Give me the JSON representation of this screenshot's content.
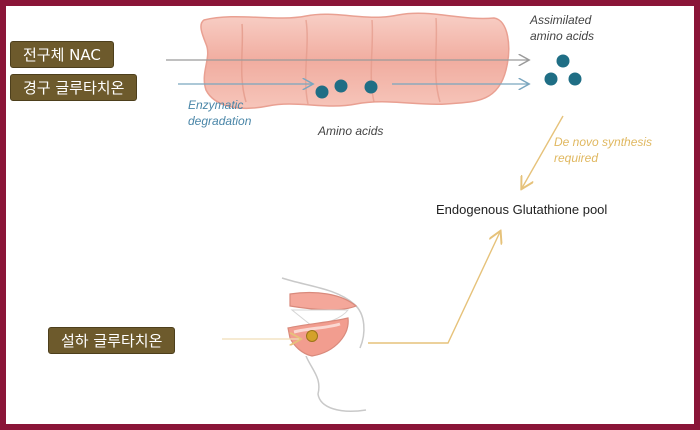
{
  "labels": {
    "precursor_nac": "전구체 NAC",
    "oral_glutathione": "경구 글루타치온",
    "sublingual_glutathione": "설하 글루타치온"
  },
  "annotations": {
    "enzymatic_degradation": "Enzymatic\ndegradation",
    "amino_acids": "Amino acids",
    "assimilated_amino_acids": "Assimilated\namino acids",
    "de_novo_synthesis": "De novo synthesis\nrequired",
    "endogenous_pool": "Endogenous Glutathione pool"
  },
  "colors": {
    "frame": "#8a1538",
    "label_bg": "#6d5a2c",
    "intestine": "#f2b5a8",
    "dot": "#1f6e85",
    "enzymatic_text": "#4a86a8",
    "synthesis_arrow": "#e6c27a",
    "gray_arrow": "#9a9a9a"
  }
}
